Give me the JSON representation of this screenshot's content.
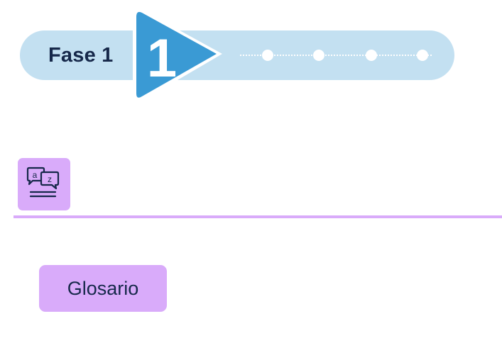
{
  "phase": {
    "label": "Fase 1",
    "number": "1",
    "step_dots": 4,
    "colors": {
      "pill": "#c3e0f1",
      "badge": "#3a9ad4",
      "text": "#16284a"
    }
  },
  "glossary": {
    "icon": "dictionary-speech-bubbles-icon",
    "icon_letters": [
      "a",
      "z"
    ],
    "button_label": "Glosario",
    "accent_color": "#d9abfa"
  }
}
